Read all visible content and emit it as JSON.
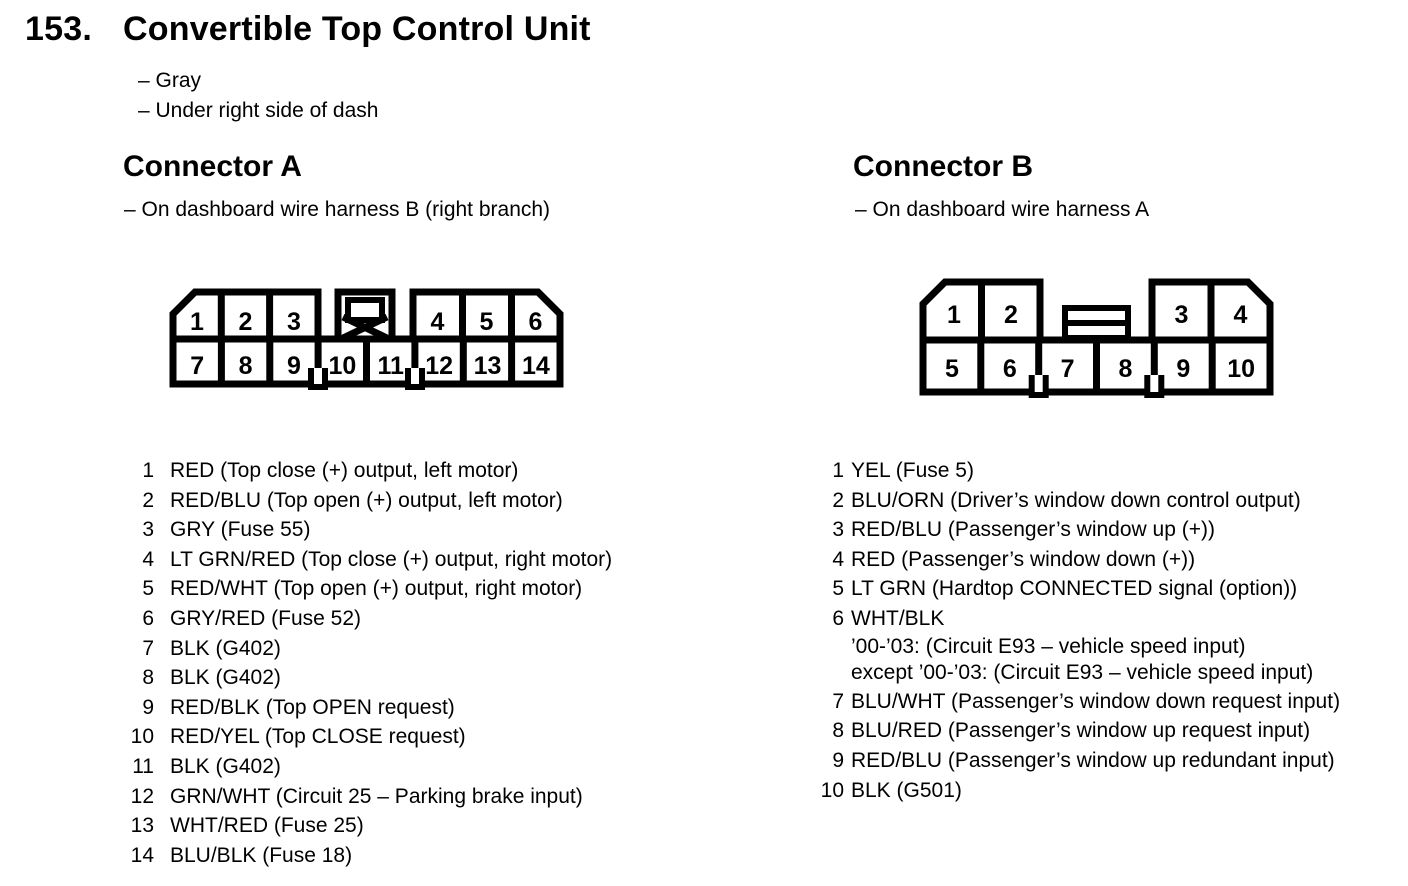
{
  "page": {
    "section_number": "153.",
    "title": "Convertible Top Control Unit",
    "notes": [
      "– Gray",
      "– Under right side of dash"
    ],
    "ink_color": "#000000",
    "paper_color": "#ffffff"
  },
  "connector_a": {
    "heading": "Connector A",
    "note": "– On dashboard wire harness B (right branch)",
    "diagram": {
      "top_row_pins": [
        "1",
        "2",
        "3",
        "4",
        "5",
        "6"
      ],
      "bottom_row_pins": [
        "7",
        "8",
        "9",
        "10",
        "11",
        "12",
        "13",
        "14"
      ],
      "keying_features": [
        "blocked-cavity-x",
        "lock-tab",
        "mounting-notches"
      ]
    },
    "pins": [
      {
        "num": "1",
        "text": "RED (Top close (+) output, left motor)"
      },
      {
        "num": "2",
        "text": "RED/BLU (Top open (+) output, left motor)"
      },
      {
        "num": "3",
        "text": "GRY (Fuse 55)"
      },
      {
        "num": "4",
        "text": "LT GRN/RED (Top close (+) output, right motor)"
      },
      {
        "num": "5",
        "text": "RED/WHT (Top open (+) output, right motor)"
      },
      {
        "num": "6",
        "text": "GRY/RED (Fuse 52)"
      },
      {
        "num": "7",
        "text": "BLK (G402)"
      },
      {
        "num": "8",
        "text": "BLK (G402)"
      },
      {
        "num": "9",
        "text": "RED/BLK (Top OPEN request)"
      },
      {
        "num": "10",
        "text": "RED/YEL (Top CLOSE request)"
      },
      {
        "num": "11",
        "text": "BLK (G402)"
      },
      {
        "num": "12",
        "text": "GRN/WHT (Circuit 25 – Parking brake input)"
      },
      {
        "num": "13",
        "text": "WHT/RED (Fuse 25)"
      },
      {
        "num": "14",
        "text": "BLU/BLK (Fuse 18)"
      }
    ]
  },
  "connector_b": {
    "heading": "Connector B",
    "note": "– On dashboard wire harness A",
    "diagram": {
      "top_row_pins": [
        "1",
        "2",
        "3",
        "4"
      ],
      "bottom_row_pins": [
        "5",
        "6",
        "7",
        "8",
        "9",
        "10"
      ],
      "keying_features": [
        "lock-tab",
        "mounting-notches"
      ]
    },
    "pins": [
      {
        "num": "1",
        "text": "YEL (Fuse 5)"
      },
      {
        "num": "2",
        "text": "BLU/ORN (Driver’s window down control output)"
      },
      {
        "num": "3",
        "text": "RED/BLU (Passenger’s window up (+))"
      },
      {
        "num": "4",
        "text": "RED (Passenger’s window down (+))"
      },
      {
        "num": "5",
        "text": "LT GRN (Hardtop CONNECTED signal (option))"
      },
      {
        "num": "6",
        "text": "WHT/BLK",
        "sub": [
          "’00-’03: (Circuit E93 – vehicle speed input)",
          "except ’00-’03: (Circuit E93 – vehicle speed input)"
        ]
      },
      {
        "num": "7",
        "text": "BLU/WHT (Passenger’s window down request input)"
      },
      {
        "num": "8",
        "text": "BLU/RED (Passenger’s window up request input)"
      },
      {
        "num": "9",
        "text": "RED/BLU (Passenger’s window up redundant input)"
      },
      {
        "num": "10",
        "text": "BLK (G501)"
      }
    ]
  }
}
